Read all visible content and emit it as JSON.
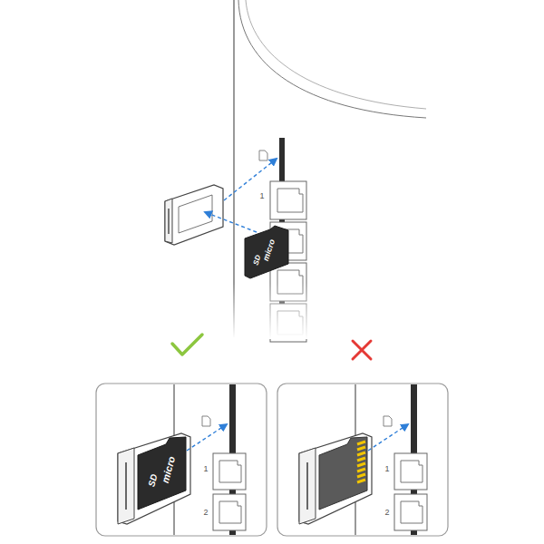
{
  "diagram": {
    "labels": [
      "1",
      "micro",
      "SD",
      "micro",
      "SD",
      "1",
      "2",
      "1",
      "2"
    ]
  }
}
